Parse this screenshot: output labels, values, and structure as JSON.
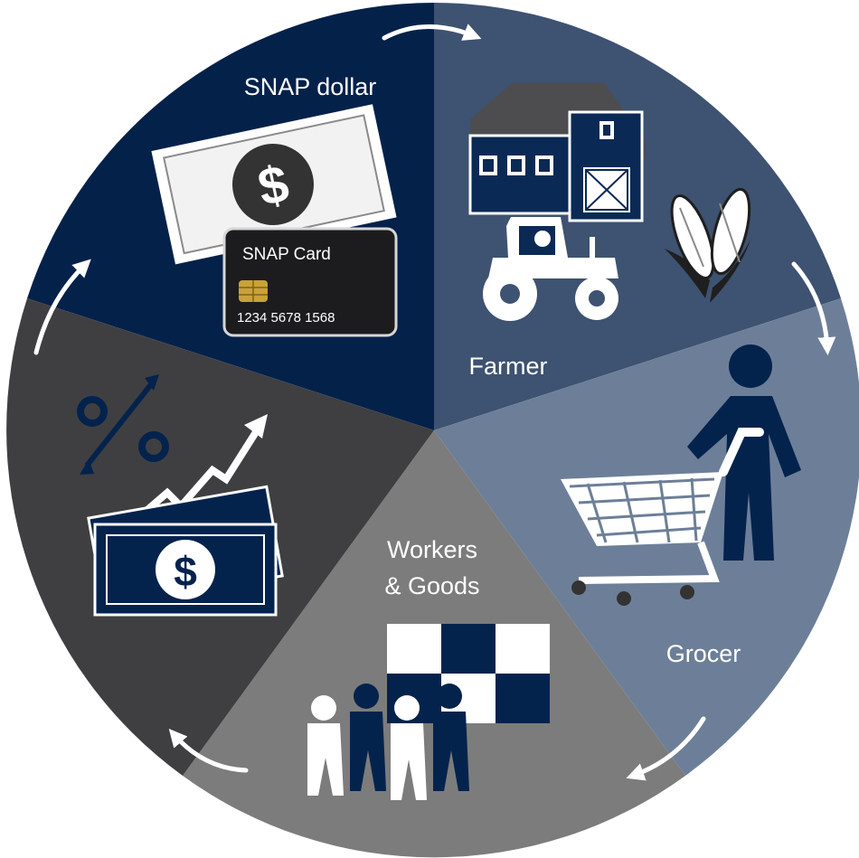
{
  "diagram": {
    "segments": [
      {
        "id": "snap",
        "label": "SNAP dollar",
        "color": "#04214a",
        "icon": "dollar-bill-and-card-icon"
      },
      {
        "id": "farmer",
        "label": "Farmer",
        "color": "#3e5271",
        "icon": "barn-tractor-corn-icon"
      },
      {
        "id": "grocer",
        "label": "Grocer",
        "color": "#6d7f98",
        "icon": "shopper-with-cart-icon"
      },
      {
        "id": "workers",
        "label_lines": [
          "Workers",
          "& Goods"
        ],
        "color": "#7c7c7c",
        "icon": "workers-and-boxes-icon"
      },
      {
        "id": "economy",
        "color": "#3f3f41",
        "icon": "money-growth-percent-icon"
      }
    ],
    "snap_card": {
      "title": "SNAP Card",
      "number": "1234  5678  1568"
    },
    "cycle_arrows": "clockwise-arrow-icon",
    "colors": {
      "navy": "#03234d",
      "white": "#ffffff",
      "chip": "#c9a238",
      "card": "#1c1c1e"
    }
  }
}
